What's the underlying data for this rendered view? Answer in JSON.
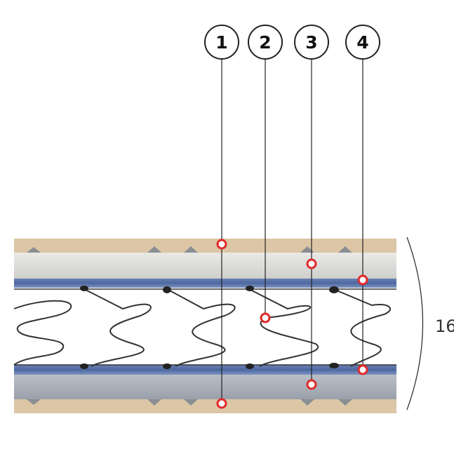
{
  "callouts": [
    {
      "label": "1"
    },
    {
      "label": "2"
    },
    {
      "label": "3"
    },
    {
      "label": "4"
    }
  ],
  "dimension": {
    "label": "16"
  },
  "colors": {
    "quilt": "#dcc6a6",
    "felt_top": "#d9d8d6",
    "blue_band": "#5b74a8",
    "felt_bottom": "#a9afb8",
    "marker": "#e02a2a"
  }
}
